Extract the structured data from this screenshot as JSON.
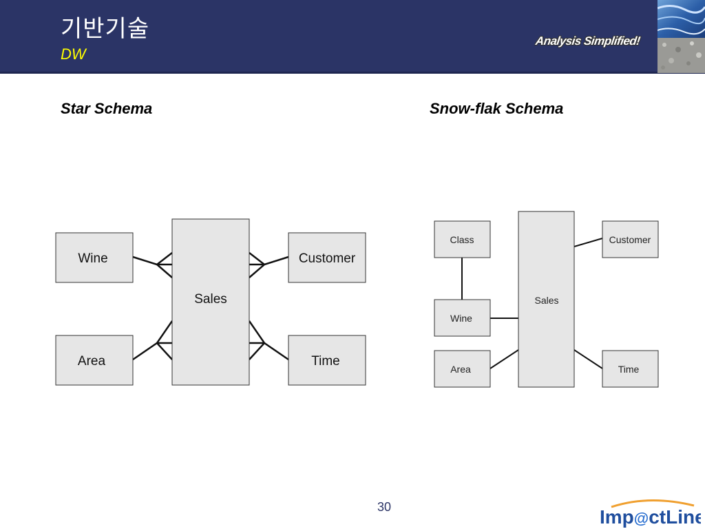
{
  "header": {
    "title": "기반기술",
    "subtitle": "DW",
    "slogan": "Analysis Simplified!"
  },
  "star_schema": {
    "title": "Star Schema",
    "fact": "Sales",
    "dimensions": [
      "Wine",
      "Customer",
      "Area",
      "Time"
    ]
  },
  "snowflake_schema": {
    "title": "Snow-flak Schema",
    "fact": "Sales",
    "dimensions": [
      "Class",
      "Customer",
      "Wine",
      "Area",
      "Time"
    ]
  },
  "footer": {
    "page_number": "30",
    "logo_text_a": "Imp",
    "logo_text_at": "@",
    "logo_text_b": "ctLine"
  }
}
